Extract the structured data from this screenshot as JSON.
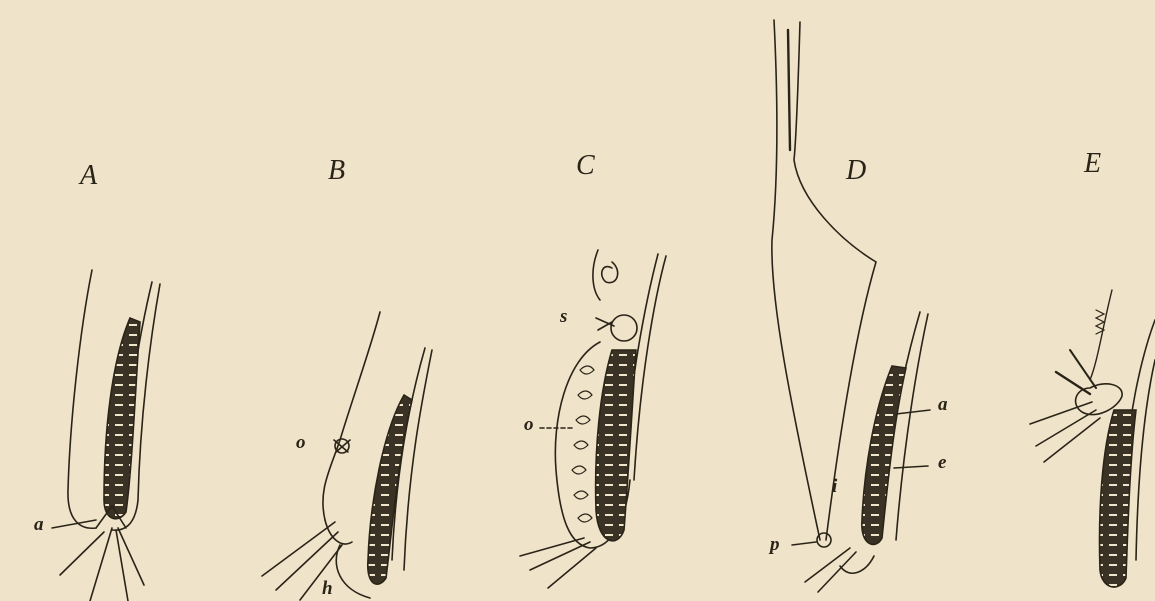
{
  "panels": [
    {
      "letter": "A"
    },
    {
      "letter": "B"
    },
    {
      "letter": "C"
    },
    {
      "letter": "D"
    },
    {
      "letter": "E"
    }
  ],
  "part_labels": {
    "a_A": "a",
    "o_B": "o",
    "h_B": "h",
    "s_C": "s",
    "o_C": "o",
    "a_D": "a",
    "e_D": "e",
    "i_D": "i",
    "p_D": "p"
  },
  "colors": {
    "paper": "#efe3c9",
    "ink": "#2a2418",
    "hatch": "#3a3224"
  }
}
